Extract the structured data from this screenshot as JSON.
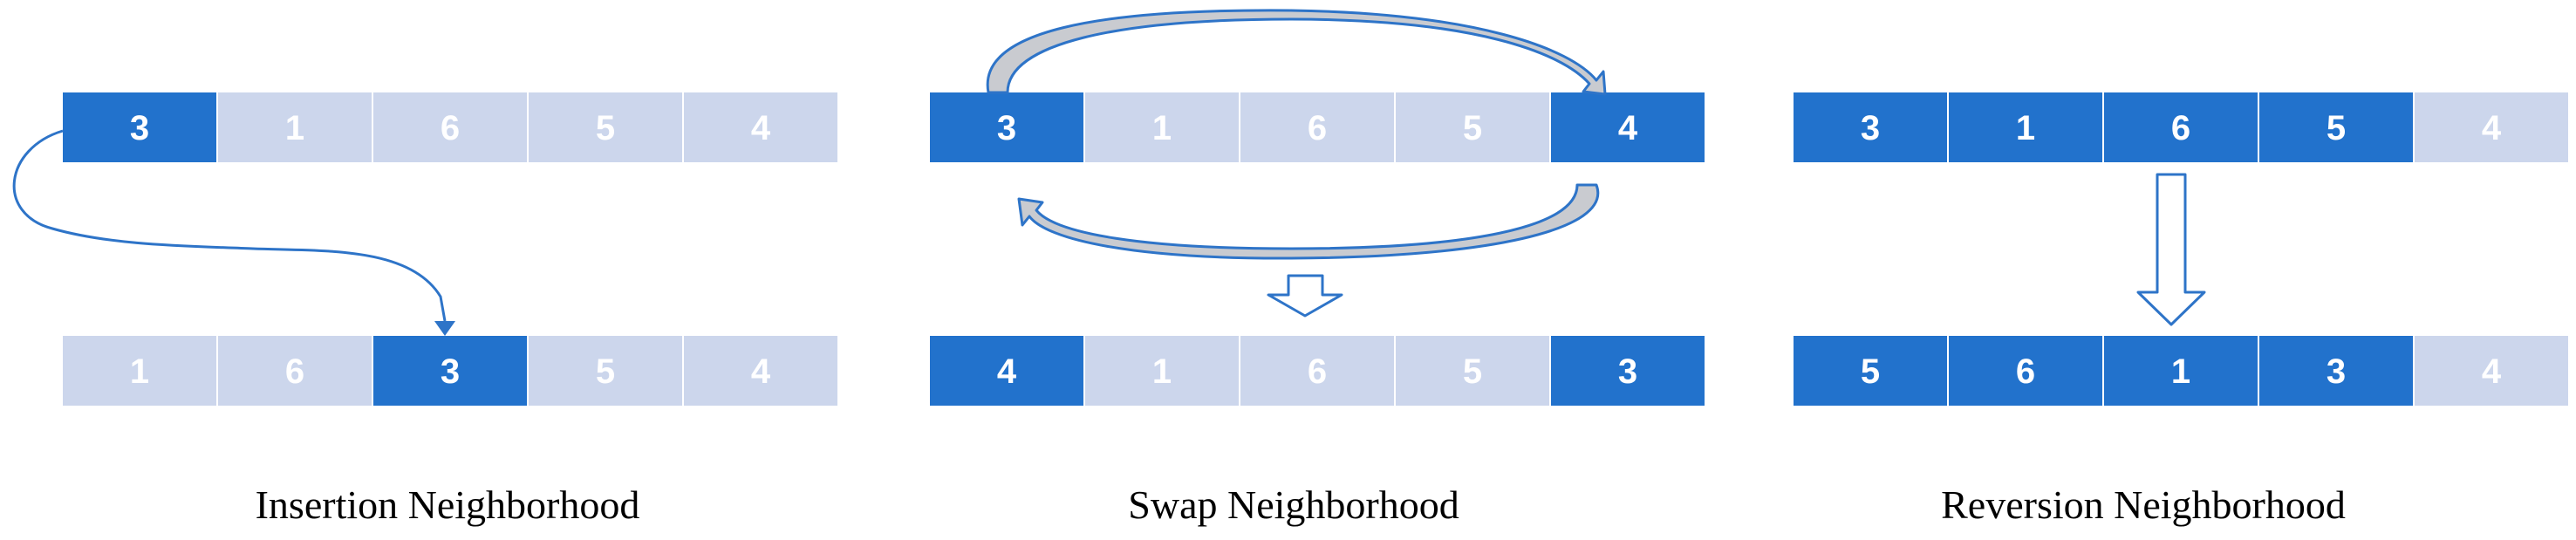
{
  "colors": {
    "highlight": "#2272cc",
    "inactive": "#ccd6ec",
    "arrow": "#2e74c8",
    "swap_fill": "#c9cbd0",
    "text": "#ffffff",
    "caption": "#000000"
  },
  "panels": [
    {
      "id": "insertion",
      "caption": "Insertion Neighborhood",
      "top_row": [
        {
          "value": "3",
          "highlight": true
        },
        {
          "value": "1",
          "highlight": false
        },
        {
          "value": "6",
          "highlight": false
        },
        {
          "value": "5",
          "highlight": false
        },
        {
          "value": "4",
          "highlight": false
        }
      ],
      "bottom_row": [
        {
          "value": "1",
          "highlight": false
        },
        {
          "value": "6",
          "highlight": false
        },
        {
          "value": "3",
          "highlight": true
        },
        {
          "value": "5",
          "highlight": false
        },
        {
          "value": "4",
          "highlight": false
        }
      ]
    },
    {
      "id": "swap",
      "caption": "Swap Neighborhood",
      "top_row": [
        {
          "value": "3",
          "highlight": true
        },
        {
          "value": "1",
          "highlight": false
        },
        {
          "value": "6",
          "highlight": false
        },
        {
          "value": "5",
          "highlight": false
        },
        {
          "value": "4",
          "highlight": true
        }
      ],
      "bottom_row": [
        {
          "value": "4",
          "highlight": true
        },
        {
          "value": "1",
          "highlight": false
        },
        {
          "value": "6",
          "highlight": false
        },
        {
          "value": "5",
          "highlight": false
        },
        {
          "value": "3",
          "highlight": true
        }
      ]
    },
    {
      "id": "reversion",
      "caption": "Reversion Neighborhood",
      "top_row": [
        {
          "value": "3",
          "highlight": true
        },
        {
          "value": "1",
          "highlight": true
        },
        {
          "value": "6",
          "highlight": true
        },
        {
          "value": "5",
          "highlight": true
        },
        {
          "value": "4",
          "highlight": false
        }
      ],
      "bottom_row": [
        {
          "value": "5",
          "highlight": true
        },
        {
          "value": "6",
          "highlight": true
        },
        {
          "value": "1",
          "highlight": true
        },
        {
          "value": "3",
          "highlight": true
        },
        {
          "value": "4",
          "highlight": false
        }
      ]
    }
  ]
}
